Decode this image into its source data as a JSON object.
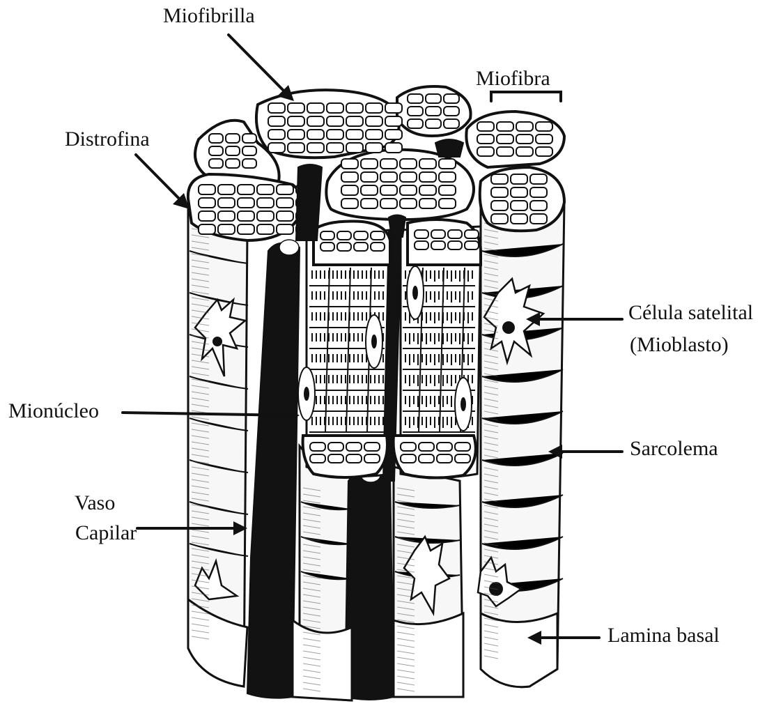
{
  "labels": {
    "miofibrilla": "Miofibrilla",
    "miofibra": "Miofibra",
    "distrofina": "Distrofina",
    "celula_satelital": "Célula satelital",
    "mioblasto": "(Mioblasto)",
    "mionucleo": "Mionúcleo",
    "sarcolema": "Sarcolema",
    "vaso": "Vaso",
    "capilar": "Capilar",
    "lamina_basal": "Lamina basal"
  }
}
